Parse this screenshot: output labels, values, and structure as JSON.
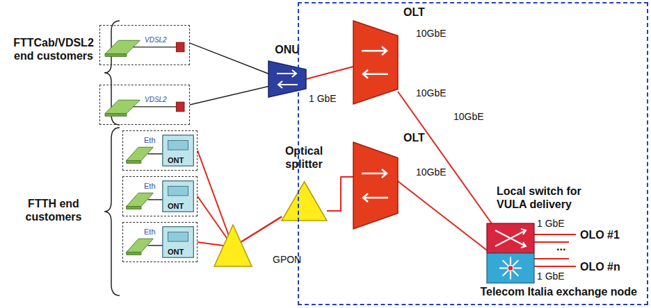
{
  "diagram": {
    "nodes": [
      {
        "text": [
          "VDSL2"
        ]
      },
      {
        "text": [
          "VDSL2"
        ]
      },
      {
        "text": [
          "Eth",
          "ONT"
        ]
      },
      {
        "text": [
          "Eth",
          "ONT"
        ]
      },
      {
        "text": [
          "Eth",
          "ONT"
        ]
      },
      {
        "text": [
          "ONU"
        ]
      },
      {
        "text": [
          "Optical splitter"
        ]
      },
      {
        "text": [
          "Telecom Italia exchange node"
        ]
      },
      {
        "text": [
          "OLT"
        ],
        "in": 7
      },
      {
        "text": [
          "OLT"
        ],
        "in": 7
      },
      {
        "text": [
          "Local switch for VULA delivery"
        ],
        "in": 7
      }
    ],
    "edges": [
      {
        "from": 0,
        "to": 5,
        "arrow": "none"
      },
      {
        "from": 1,
        "to": 5,
        "arrow": "none"
      },
      {
        "from": 2,
        "to": 6,
        "arrow": "none"
      },
      {
        "from": 3,
        "to": 6,
        "arrow": "none"
      },
      {
        "from": 4,
        "to": 6,
        "arrow": "none"
      },
      {
        "from": 5,
        "to": 8,
        "arrow": "none"
      },
      {
        "from": 6,
        "to": 9,
        "arrow": "none"
      },
      {
        "from": 8,
        "to": 10,
        "arrow": "none"
      },
      {
        "from": 9,
        "to": 10,
        "arrow": "none"
      }
    ],
    "labels": [
      "FTTCab/VDSL2 end customers",
      "FTTH end customers",
      "1 GbE",
      "10GbE",
      "10GbE",
      "10GbE",
      "GPON",
      "10GbE",
      "1 GbE",
      "OLO #1",
      "...",
      "OLO #n",
      "1 GbE"
    ]
  }
}
